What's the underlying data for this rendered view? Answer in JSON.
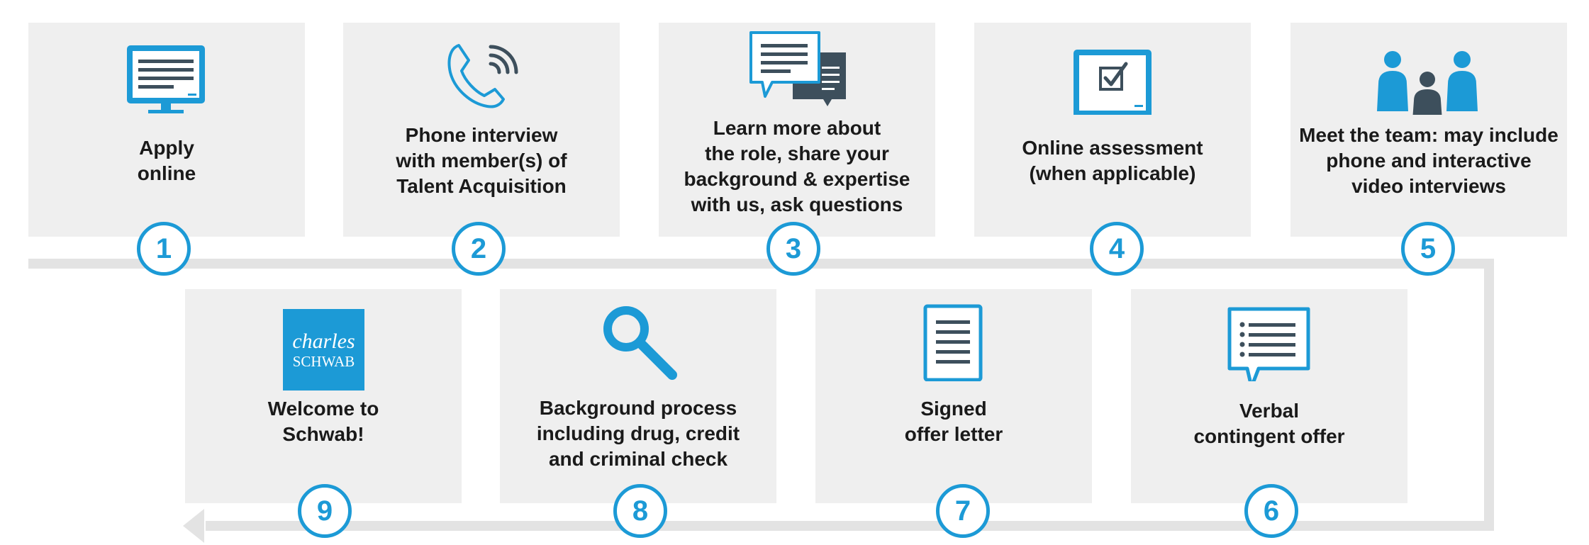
{
  "colors": {
    "accent": "#1c9ad6",
    "dark": "#3d4f5c",
    "box": "#efefef",
    "connector": "#e3e3e3"
  },
  "steps": [
    {
      "number": "1",
      "icon": "monitor-document-icon",
      "lines": [
        "Apply",
        "online"
      ]
    },
    {
      "number": "2",
      "icon": "phone-call-icon",
      "lines": [
        "Phone interview",
        "with member(s) of",
        "Talent Acquisition"
      ]
    },
    {
      "number": "3",
      "icon": "chat-bubbles-icon",
      "lines": [
        "Learn more about",
        "the role, share your",
        "background & expertise",
        "with us, ask questions"
      ]
    },
    {
      "number": "4",
      "icon": "monitor-checkbox-icon",
      "lines": [
        "Online assessment",
        "(when applicable)"
      ]
    },
    {
      "number": "5",
      "icon": "team-people-icon",
      "lines": [
        "Meet the team: may include",
        "phone and interactive",
        "video interviews"
      ]
    },
    {
      "number": "6",
      "icon": "speech-list-icon",
      "lines": [
        "Verbal",
        "contingent offer"
      ]
    },
    {
      "number": "7",
      "icon": "document-icon",
      "lines": [
        "Signed",
        "offer letter"
      ]
    },
    {
      "number": "8",
      "icon": "magnifier-icon",
      "lines": [
        "Background process",
        "including drug, credit",
        "and criminal check"
      ]
    },
    {
      "number": "9",
      "icon": "charles-schwab-logo",
      "lines": [
        "Welcome to",
        "Schwab!"
      ],
      "logo_text": [
        "charles",
        "SCHWAB"
      ]
    }
  ]
}
